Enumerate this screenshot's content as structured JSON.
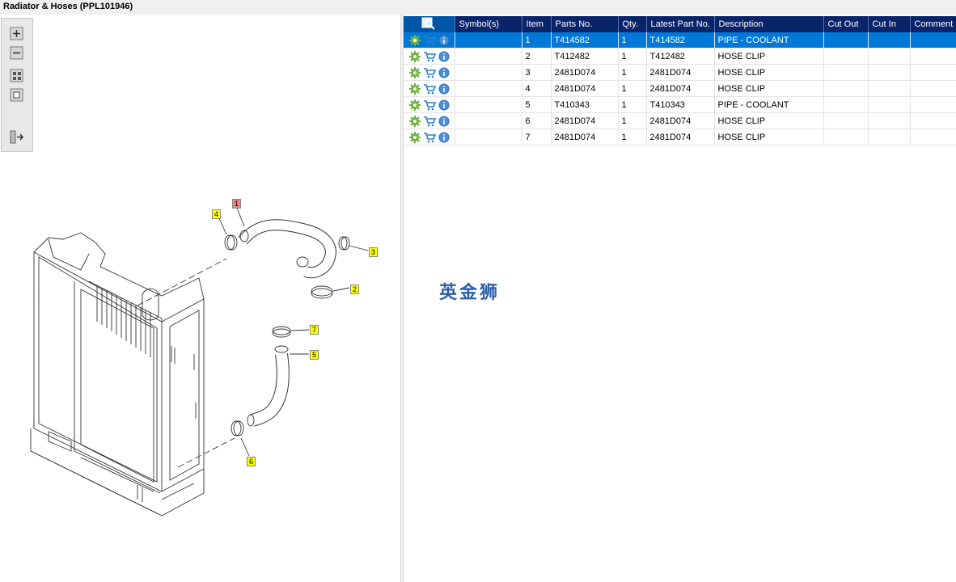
{
  "window": {
    "title": "Radiator & Hoses (PPL101946)"
  },
  "toolbar": {
    "buttons": [
      "zoom-in-icon",
      "zoom-out-icon",
      "fit-all-icon",
      "actual-size-icon",
      "toggle-panel-icon"
    ]
  },
  "callouts": [
    {
      "label": "1",
      "highlight": "#f08080"
    },
    {
      "label": "2",
      "highlight": "#ffff00"
    },
    {
      "label": "3",
      "highlight": "#ffff00"
    },
    {
      "label": "4",
      "highlight": "#ffff00"
    },
    {
      "label": "5",
      "highlight": "#ffff00"
    },
    {
      "label": "6",
      "highlight": "#ffff00"
    },
    {
      "label": "7",
      "highlight": "#ffff00"
    }
  ],
  "table": {
    "columns": [
      "Symbol(s)",
      "Item",
      "Parts No.",
      "Qty.",
      "Latest Part No.",
      "Description",
      "Cut Out",
      "Cut In",
      "Comment"
    ],
    "row_icons": [
      "gear-icon",
      "cart-icon",
      "info-icon"
    ],
    "rows": [
      {
        "item": "1",
        "parts_no": "T414582",
        "qty": "1",
        "latest": "T414582",
        "desc": "PIPE - COOLANT"
      },
      {
        "item": "2",
        "parts_no": "T412482",
        "qty": "1",
        "latest": "T412482",
        "desc": "HOSE CLIP"
      },
      {
        "item": "3",
        "parts_no": "2481D074",
        "qty": "1",
        "latest": "2481D074",
        "desc": "HOSE CLIP"
      },
      {
        "item": "4",
        "parts_no": "2481D074",
        "qty": "1",
        "latest": "2481D074",
        "desc": "HOSE CLIP"
      },
      {
        "item": "5",
        "parts_no": "T410343",
        "qty": "1",
        "latest": "T410343",
        "desc": "PIPE - COOLANT"
      },
      {
        "item": "6",
        "parts_no": "2481D074",
        "qty": "1",
        "latest": "2481D074",
        "desc": "HOSE CLIP"
      },
      {
        "item": "7",
        "parts_no": "2481D074",
        "qty": "1",
        "latest": "2481D074",
        "desc": "HOSE CLIP"
      }
    ]
  },
  "watermark": "英金狮",
  "colors": {
    "header": "#0a246a",
    "selected_row": "#0078d7",
    "callout": "#ffff00",
    "callout_active": "#f08080"
  }
}
